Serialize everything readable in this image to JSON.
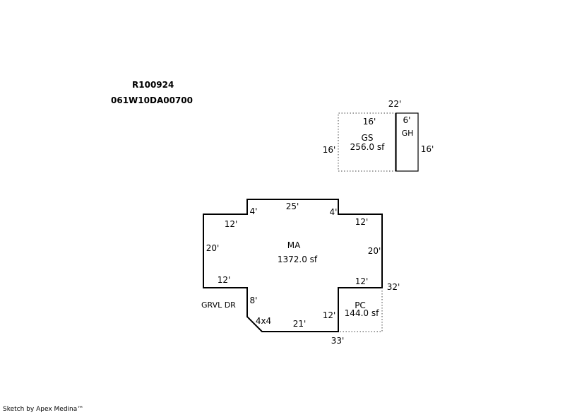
{
  "header": {
    "parcel_id": "R100924",
    "map_id": "061W10DA00700"
  },
  "footer": {
    "credit": "Sketch by Apex Medina™"
  },
  "areas": {
    "main": {
      "code": "MA",
      "area": "1372.0 sf"
    },
    "garage_shed": {
      "code": "GS",
      "area": "256.0 sf"
    },
    "garage_house": {
      "code": "GH"
    },
    "porch": {
      "code": "PC",
      "area": "144.0 sf"
    }
  },
  "labels": {
    "driveway": "GRVL DR"
  },
  "dimensions": {
    "outbuilding_total_width": "22'",
    "gs_width": "16'",
    "gh_width": "6'",
    "gs_height": "16'",
    "gh_height": "16'",
    "main_top": "25'",
    "main_top_left_step": "4'",
    "main_top_right_step": "4'",
    "main_upper_left_offset": "12'",
    "main_upper_right_offset": "12'",
    "main_left": "20'",
    "main_right": "20'",
    "main_lower_left_offset": "12'",
    "main_lower_right_offset": "12'",
    "main_overall_right": "32'",
    "main_left_lower": "8'",
    "main_corner_cut": "4x4",
    "main_bottom": "21'",
    "porch_left": "12'",
    "overall_bottom": "33'"
  },
  "colors": {
    "line": "#000000",
    "dotted_line": "#808080",
    "background": "#ffffff"
  }
}
